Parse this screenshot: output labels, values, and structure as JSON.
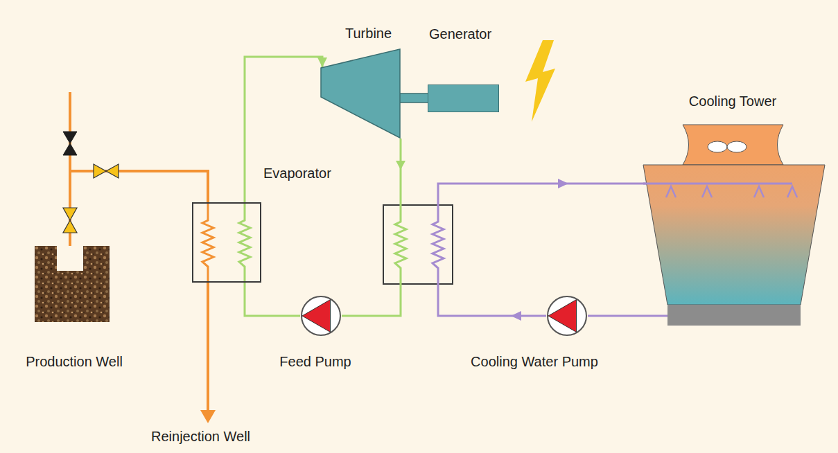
{
  "diagram": {
    "nodes": [
      {
        "text": [
          "Production Well"
        ]
      },
      {
        "text": [
          "Evaporator"
        ]
      },
      {
        "text": [
          "Turbine"
        ]
      },
      {
        "text": [
          "Generator"
        ]
      },
      {
        "text": [
          "Feed Pump"
        ]
      },
      {
        "text": [
          "Cooling Water Pump"
        ]
      },
      {
        "text": [
          "Cooling Tower"
        ]
      }
    ],
    "edges": [
      {
        "from": 0,
        "to": 1,
        "arrow": "none"
      },
      {
        "from": 1,
        "to": 2,
        "arrow": "to"
      },
      {
        "from": 4,
        "to": 1,
        "arrow": "none"
      },
      {
        "from": 6,
        "to": 5,
        "arrow": "none"
      }
    ],
    "labels": [
      "Reinjection Well"
    ]
  }
}
